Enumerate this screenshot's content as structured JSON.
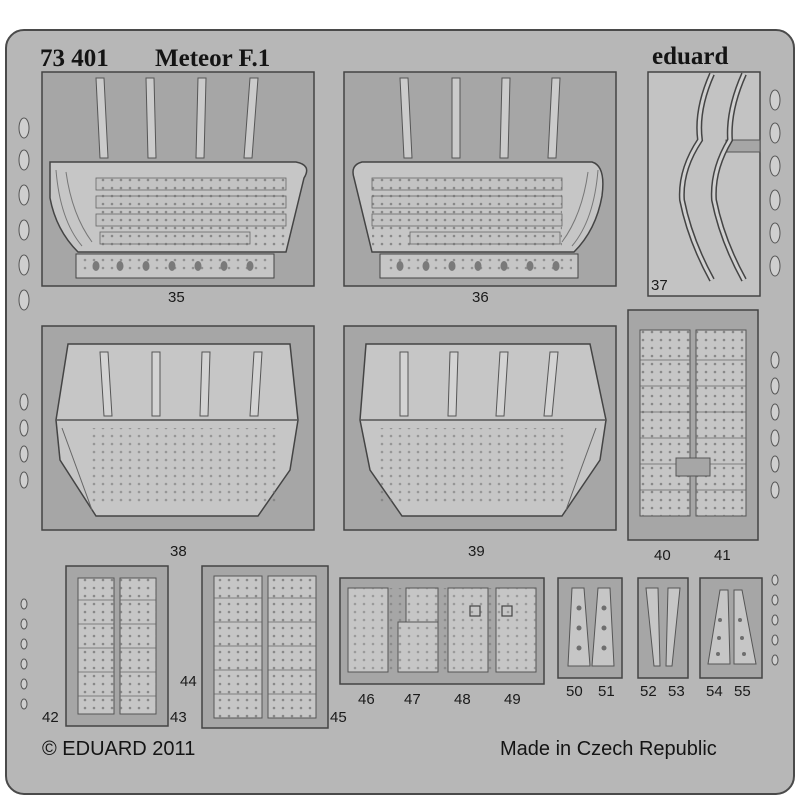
{
  "fret": {
    "code": "73 401",
    "title": "Meteor F.1",
    "brand": "eduard",
    "copyright": "© EDUARD 2011",
    "origin": "Made in Czech Republic",
    "metal_color": "#b7b7b7",
    "cut_color": "#a6a6a6",
    "part_color": "#c4c4c4"
  },
  "part_labels": [
    "35",
    "36",
    "37",
    "38",
    "39",
    "40",
    "41",
    "42",
    "43",
    "44",
    "45",
    "46",
    "47",
    "48",
    "49",
    "50",
    "51",
    "52",
    "53",
    "54",
    "55"
  ]
}
